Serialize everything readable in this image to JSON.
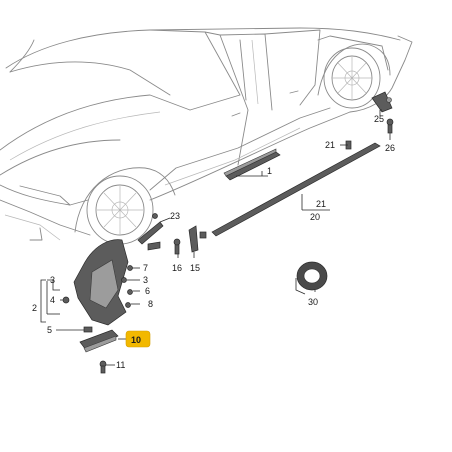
{
  "diagram": {
    "highlight_color": "#f2b800",
    "labels": {
      "l1": "1",
      "l2": "2",
      "l3": "3",
      "l4": "4",
      "l5": "5",
      "l6": "6",
      "l7": "7",
      "l8": "8",
      "l10": "10",
      "l11": "11",
      "l15": "15",
      "l16": "16",
      "l20": "20",
      "l21a": "21",
      "l21b": "21",
      "l23": "23",
      "l25": "25",
      "l26": "26",
      "l30": "30"
    }
  }
}
